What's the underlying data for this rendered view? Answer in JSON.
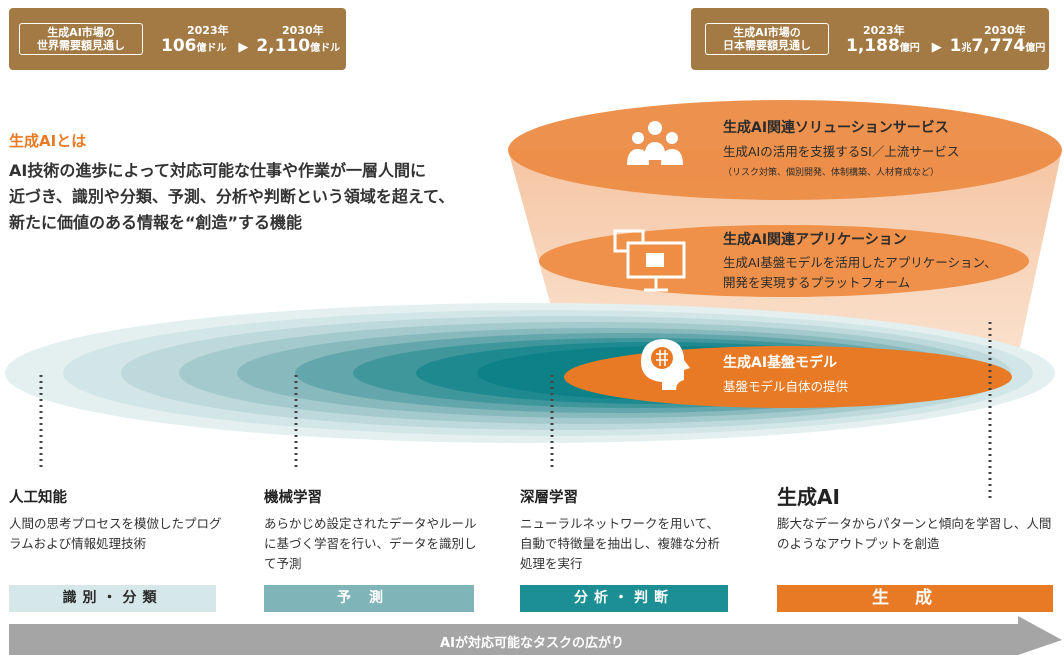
{
  "market_world": {
    "label_line1": "生成AI市場の",
    "label_line2": "世界需要額見通し",
    "year_from": "2023年",
    "year_to": "2030年",
    "value_from": "106",
    "unit_from": "億ドル",
    "arrow": "▶",
    "value_to": "2,110",
    "unit_to": "億ドル"
  },
  "market_japan": {
    "label_line1": "生成AI市場の",
    "label_line2": "日本需要額見通し",
    "year_from": "2023年",
    "year_to": "2030年",
    "value_from": "1,188",
    "unit_from": "億円",
    "arrow": "▶",
    "value_to_a": "1",
    "unit_to_a": "兆",
    "value_to_b": "7,774",
    "unit_to_b": "億円"
  },
  "definition": {
    "title": "生成AIとは",
    "line1": "AI技術の進歩によって対応可能な仕事や作業が一層人間に",
    "line2": "近づき、識別や分類、予測、分析や判断という領域を超えて、",
    "line3": "新たに価値のある情報を“創造”する機能"
  },
  "layers": {
    "solution": {
      "title": "生成AI関連ソリューションサービス",
      "desc": "生成AIの活用を支援するSI／上流サービス",
      "note": "（リスク対策、個別開発、体制構築、人材育成など）",
      "icon": "people-group-icon"
    },
    "application": {
      "title": "生成AI関連アプリケーション",
      "desc1": "生成AI基盤モデルを活用したアプリケーション、",
      "desc2": "開発を実現するプラットフォーム",
      "icon": "monitor-screens-icon"
    },
    "foundation": {
      "title": "生成AI基盤モデル",
      "desc": "基盤モデル自体の提供",
      "icon": "brain-head-icon"
    }
  },
  "columns": [
    {
      "title": "人工知能",
      "desc": "人間の思考プロセスを模倣したプログラムおよび情報処理技術",
      "tag": "識別・分類"
    },
    {
      "title": "機械学習",
      "desc": "あらかじめ設定されたデータやルールに基づく学習を行い、データを識別して予測",
      "tag": "予測"
    },
    {
      "title": "深層学習",
      "desc": "ニューラルネットワークを用いて、自動で特徴量を抽出し、複雑な分析処理を実行",
      "tag": "分析・判断"
    },
    {
      "title": "生成AI",
      "desc": "膨大なデータからパターンと傾向を学習し、人間のようなアウトプットを創造",
      "tag": "生成"
    }
  ],
  "bottom_arrow": {
    "label": "AIが対応可能なタスクの広がり"
  },
  "colors": {
    "brown": "#a37a44",
    "orange": "#e97a25",
    "teal_dark": "#1b8f93",
    "teal_mid": "#6aaeb2",
    "teal_light": "#d5e7e8",
    "gray_arrow": "#a5a5a5"
  }
}
